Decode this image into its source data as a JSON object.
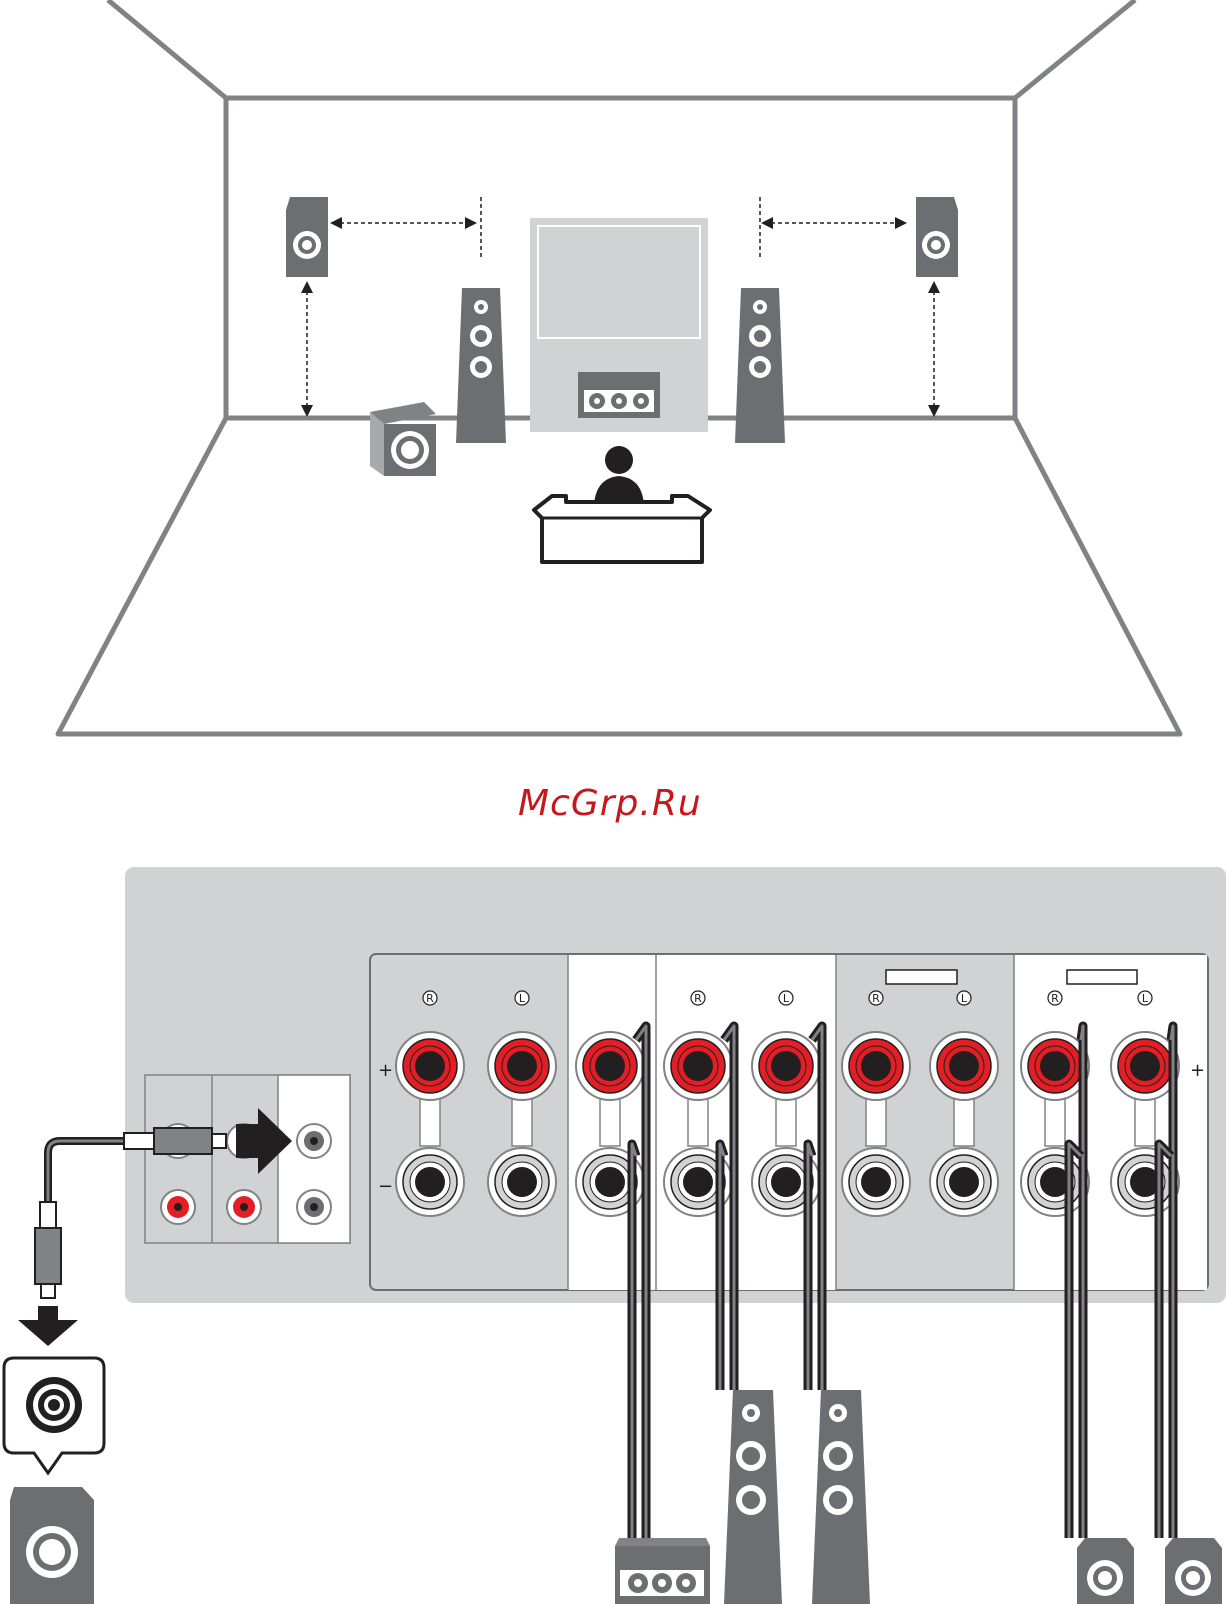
{
  "watermark": "McGrp.Ru",
  "colors": {
    "speaker_gray": "#6d6e71",
    "outline_gray": "#808285",
    "terminal_red": "#e31e24",
    "panel_gray": "#d1d2d4",
    "watermark_red": "#c8161d"
  },
  "terminals": {
    "plus_sign": "+",
    "minus_sign": "−",
    "right_mark": "R",
    "left_mark": "L"
  },
  "icons": [
    "subwoofer-icon",
    "front-speaker-icon",
    "center-speaker-icon",
    "presence-speaker-icon",
    "listener-icon",
    "tv-icon",
    "rca-jack-icon",
    "arrow-icon"
  ]
}
